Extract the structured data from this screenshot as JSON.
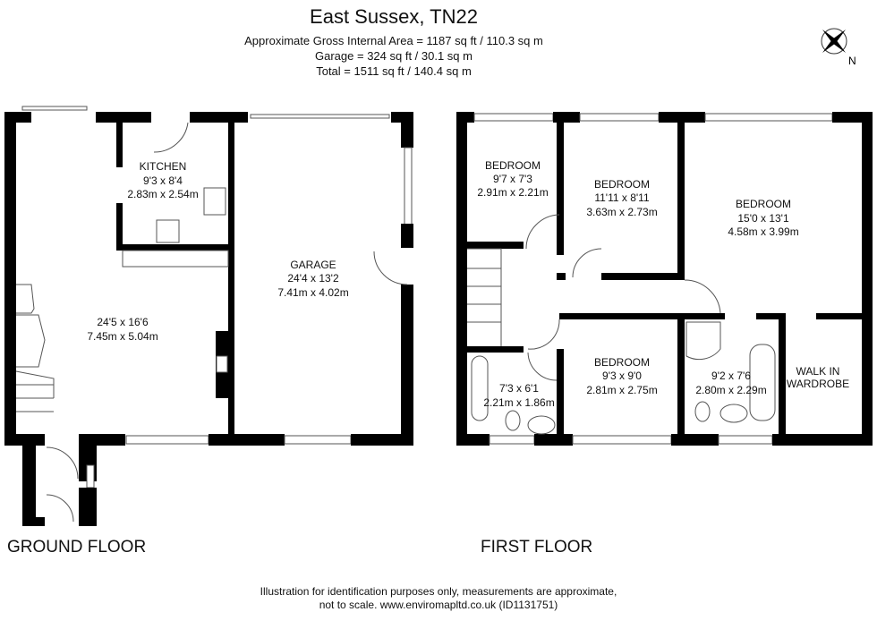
{
  "header": {
    "title": "East Sussex, TN22",
    "gross_area": "Approximate Gross Internal Area = 1187 sq ft / 110.3 sq m",
    "garage_area": "Garage = 324 sq ft / 30.1 sq m",
    "total_area": "Total = 1511 sq ft / 140.4 sq m",
    "compass_label": "N"
  },
  "ground_floor": {
    "label": "GROUND FLOOR",
    "kitchen": {
      "name": "KITCHEN",
      "imperial": "9'3 x 8'4",
      "metric": "2.83m x 2.54m"
    },
    "living": {
      "imperial": "24'5 x 16'6",
      "metric": "7.45m x 5.04m"
    },
    "garage": {
      "name": "GARAGE",
      "imperial": "24'4 x 13'2",
      "metric": "7.41m x 4.02m"
    }
  },
  "first_floor": {
    "label": "FIRST FLOOR",
    "bedroom1": {
      "name": "BEDROOM",
      "imperial": "9'7 x 7'3",
      "metric": "2.91m x 2.21m"
    },
    "bedroom2": {
      "name": "BEDROOM",
      "imperial": "11'11 x 8'11",
      "metric": "3.63m x 2.73m"
    },
    "bedroom3": {
      "name": "BEDROOM",
      "imperial": "15'0 x 13'1",
      "metric": "4.58m x 3.99m"
    },
    "bedroom4": {
      "name": "BEDROOM",
      "imperial": "9'3 x 9'0",
      "metric": "2.81m x 2.75m"
    },
    "bathroom": {
      "imperial": "7'3 x 6'1",
      "metric": "2.21m x 1.86m"
    },
    "ensuite": {
      "imperial": "9'2 x 7'6",
      "metric": "2.80m x 2.29m"
    },
    "wardrobe": {
      "line1": "WALK IN",
      "line2": "WARDROBE"
    }
  },
  "footer": {
    "line1": "Illustration for identification purposes only, measurements are approximate,",
    "line2": "not to scale. www.enviromapltd.co.uk (ID1131751)"
  }
}
